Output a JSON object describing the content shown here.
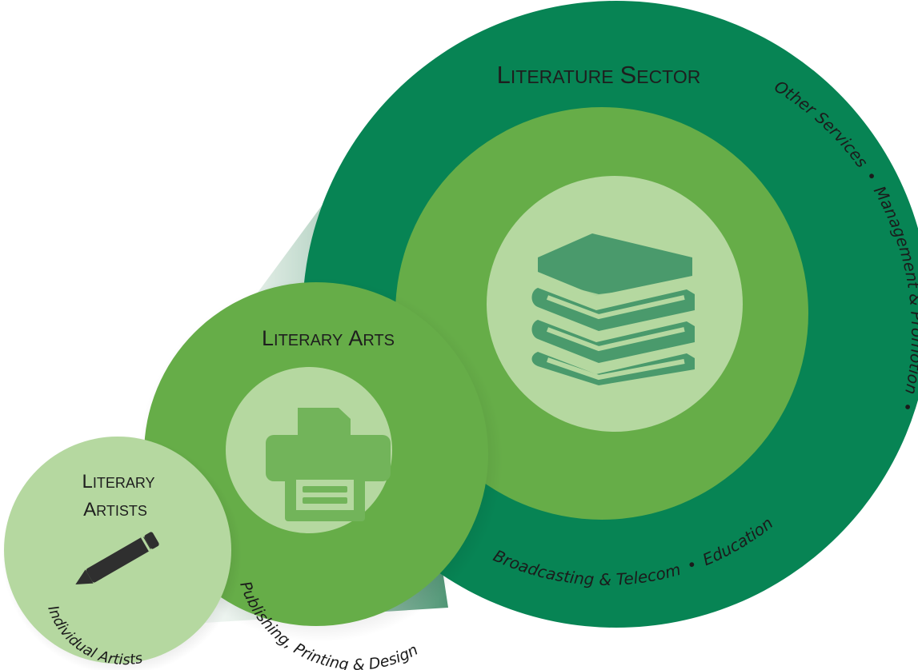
{
  "sector": {
    "title_cap1": "L",
    "title_rest1": "ITERATURE",
    "title_cap2": "S",
    "title_rest2": "ECTOR",
    "ring_text": {
      "other_services": "Other Services",
      "management": "Management & Promotion",
      "education": "Education",
      "broadcasting": "Broadcasting & Telecom"
    },
    "icon": "books-stack-icon"
  },
  "arts": {
    "title_cap1": "L",
    "title_rest1": "ITERARY",
    "title_cap2": "A",
    "title_rest2": "RTS",
    "arc_text": "Publishing, Printing & Design",
    "icon": "printer-icon"
  },
  "artists": {
    "line1_cap": "L",
    "line1_rest": "ITERARY",
    "line2_cap": "A",
    "line2_rest": "RTISTS",
    "arc_text": "Individual Artists",
    "icon": "pencil-icon"
  },
  "colors": {
    "dark_green": "#078454",
    "mid_green": "#66ad48",
    "light_green": "#b5d8a0",
    "icon_books": "#4a9a6c",
    "icon_printer": "#72b45a",
    "pencil": "#2f2f2f"
  }
}
